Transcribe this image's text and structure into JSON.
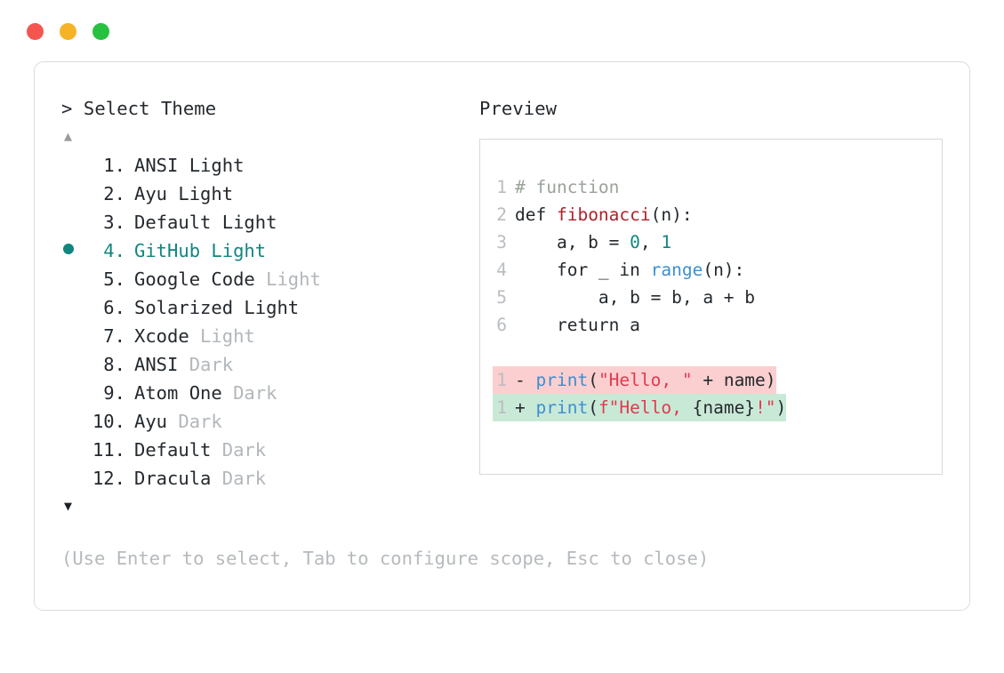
{
  "window": {
    "traffic_lights": [
      {
        "name": "close",
        "color": "#f4564f"
      },
      {
        "name": "minimize",
        "color": "#f5b326"
      },
      {
        "name": "maximize",
        "color": "#27c13f"
      }
    ]
  },
  "accent_color": "#11867f",
  "prompt": {
    "title": "> Select Theme",
    "scroll_up_icon": "▲",
    "scroll_down_icon": "▼",
    "selected_index": 4,
    "bullet_icon": "●"
  },
  "themes": [
    {
      "num": " 1.",
      "name": "ANSI",
      "suffix": "Light",
      "suffix_dim": false,
      "selected": false
    },
    {
      "num": " 2.",
      "name": "Ayu",
      "suffix": "Light",
      "suffix_dim": false,
      "selected": false
    },
    {
      "num": " 3.",
      "name": "Default",
      "suffix": "Light",
      "suffix_dim": false,
      "selected": false
    },
    {
      "num": " 4.",
      "name": "GitHub",
      "suffix": "Light",
      "suffix_dim": false,
      "selected": true
    },
    {
      "num": " 5.",
      "name": "Google Code",
      "suffix": "Light",
      "suffix_dim": true,
      "selected": false
    },
    {
      "num": " 6.",
      "name": "Solarized",
      "suffix": "Light",
      "suffix_dim": false,
      "selected": false
    },
    {
      "num": " 7.",
      "name": "Xcode",
      "suffix": "Light",
      "suffix_dim": true,
      "selected": false
    },
    {
      "num": " 8.",
      "name": "ANSI",
      "suffix": "Dark",
      "suffix_dim": true,
      "selected": false
    },
    {
      "num": " 9.",
      "name": "Atom One",
      "suffix": "Dark",
      "suffix_dim": true,
      "selected": false
    },
    {
      "num": "10.",
      "name": "Ayu",
      "suffix": "Dark",
      "suffix_dim": true,
      "selected": false
    },
    {
      "num": "11.",
      "name": "Default",
      "suffix": "Dark",
      "suffix_dim": true,
      "selected": false
    },
    {
      "num": "12.",
      "name": "Dracula",
      "suffix": "Dark",
      "suffix_dim": true,
      "selected": false
    }
  ],
  "hint": "(Use Enter to select, Tab to configure scope, Esc to close)",
  "preview": {
    "title": "Preview",
    "code_lines": [
      {
        "ln": "1",
        "tokens": [
          {
            "t": "# function",
            "c": "comment"
          }
        ]
      },
      {
        "ln": "2",
        "tokens": [
          {
            "t": "def ",
            "c": "kw"
          },
          {
            "t": "fibonacci",
            "c": "fn"
          },
          {
            "t": "(n):",
            "c": "plain"
          }
        ]
      },
      {
        "ln": "3",
        "tokens": [
          {
            "t": "    a, b = ",
            "c": "plain"
          },
          {
            "t": "0",
            "c": "num"
          },
          {
            "t": ", ",
            "c": "plain"
          },
          {
            "t": "1",
            "c": "num"
          }
        ]
      },
      {
        "ln": "4",
        "tokens": [
          {
            "t": "    for _ in ",
            "c": "plain"
          },
          {
            "t": "range",
            "c": "builtin"
          },
          {
            "t": "(n):",
            "c": "plain"
          }
        ]
      },
      {
        "ln": "5",
        "tokens": [
          {
            "t": "        a, b = b, a + b",
            "c": "plain"
          }
        ]
      },
      {
        "ln": "6",
        "tokens": [
          {
            "t": "    return a",
            "c": "plain"
          }
        ]
      }
    ],
    "diff_lines": [
      {
        "ln": "1",
        "kind": "del",
        "marker": "- ",
        "bg": "#fbcfcf",
        "tokens": [
          {
            "t": "print",
            "c": "print"
          },
          {
            "t": "(",
            "c": "plain"
          },
          {
            "t": "\"Hello, \"",
            "c": "str"
          },
          {
            "t": " + name)",
            "c": "plain"
          }
        ]
      },
      {
        "ln": "1",
        "kind": "add",
        "marker": "+ ",
        "bg": "#c9e9d7",
        "tokens": [
          {
            "t": "print",
            "c": "print"
          },
          {
            "t": "(",
            "c": "plain"
          },
          {
            "t": "f\"Hello, ",
            "c": "str"
          },
          {
            "t": "{name}",
            "c": "plain"
          },
          {
            "t": "!\"",
            "c": "str"
          },
          {
            "t": ")",
            "c": "plain"
          }
        ]
      }
    ]
  }
}
